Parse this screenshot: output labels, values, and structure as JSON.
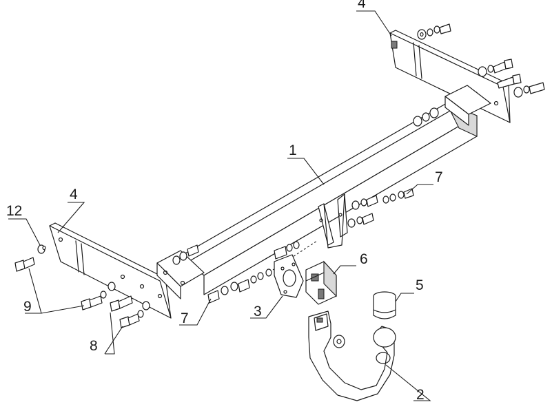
{
  "callouts": {
    "beam": "1",
    "ball_neck": "2",
    "socket_plate": "3",
    "bracket_left": "4",
    "bracket_right": "4",
    "ball_cover": "5",
    "socket": "6",
    "bolt_right": "7",
    "bolt_center": "7",
    "bolts_8": "8",
    "bolts_9": "9",
    "washer_12": "12"
  }
}
